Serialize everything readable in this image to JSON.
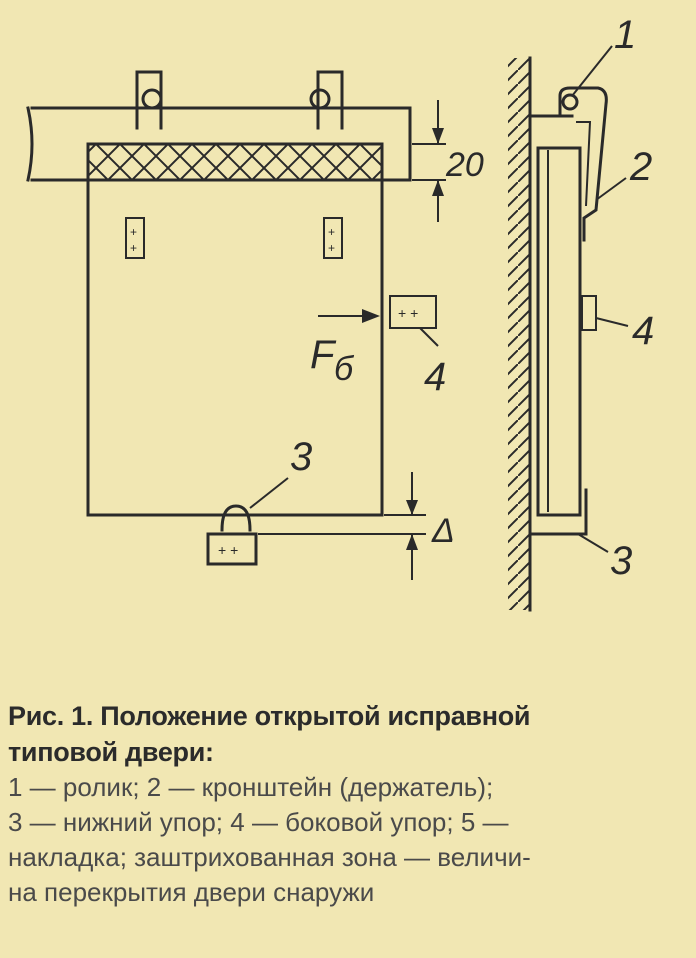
{
  "diagram": {
    "label_1": "1",
    "label_2": "2",
    "label_3": "3",
    "label_4": "4",
    "dim_20": "20",
    "dim_delta": "Δ",
    "force_symbol": "F",
    "force_subscript": "б"
  },
  "caption": {
    "title_line1": "Рис. 1. Положение открытой исправной",
    "title_line2": "типовой двери:",
    "body_line1": "1 — ролик; 2 — кронштейн (держатель);",
    "body_line2": "3 — нижний упор; 4 — боковой упор; 5 —",
    "body_line3": "накладка; заштрихованная зона — величи-",
    "body_line4": "на перекрытия двери снаружи"
  }
}
